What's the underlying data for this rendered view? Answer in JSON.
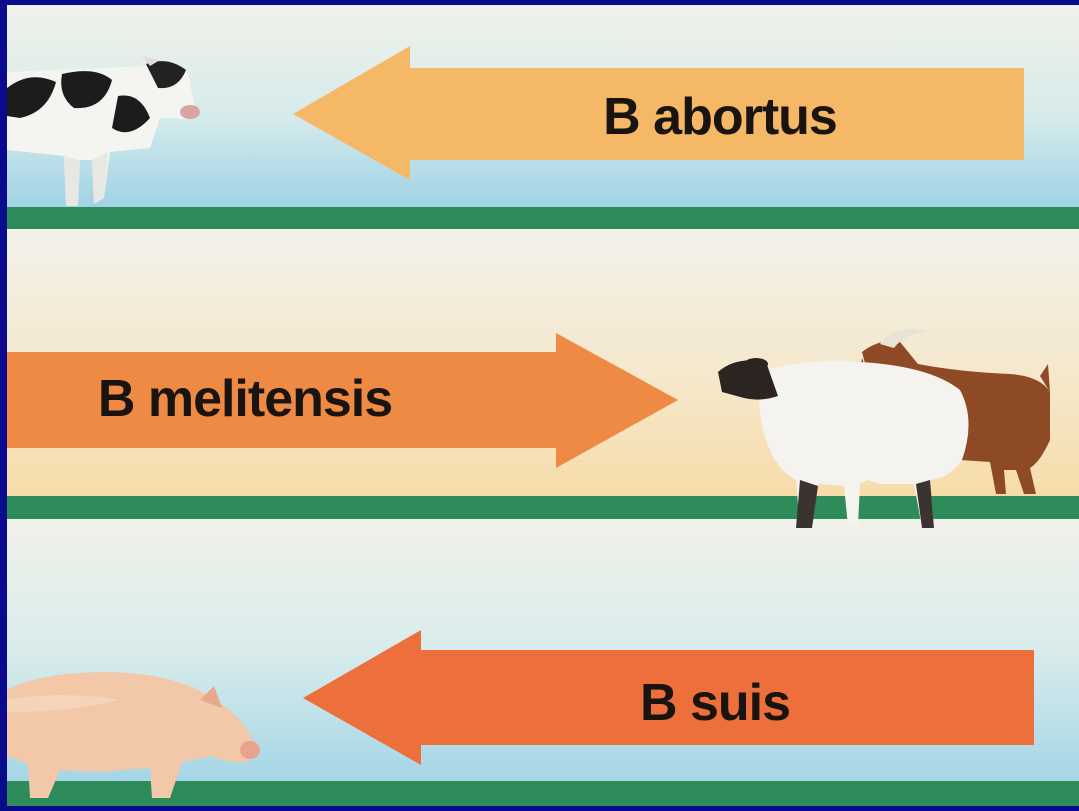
{
  "frame": {
    "border_color": "#0a0a8c"
  },
  "rows": [
    {
      "label": "B abortus",
      "animals": [
        "cow"
      ],
      "arrow_color": "#f4b866",
      "direction": "left"
    },
    {
      "label": "B melitensis",
      "animals": [
        "sheep",
        "goat"
      ],
      "arrow_color": "#ef8a45",
      "direction": "right"
    },
    {
      "label": "B suis",
      "animals": [
        "pig"
      ],
      "arrow_color": "#ec6f3c",
      "direction": "left"
    }
  ],
  "colors": {
    "ground_line": "#2e8b5a",
    "sky_top": "#eef0ea",
    "sky_bottom": "#a9d8e6",
    "warm_band": "#f6e2b8"
  }
}
